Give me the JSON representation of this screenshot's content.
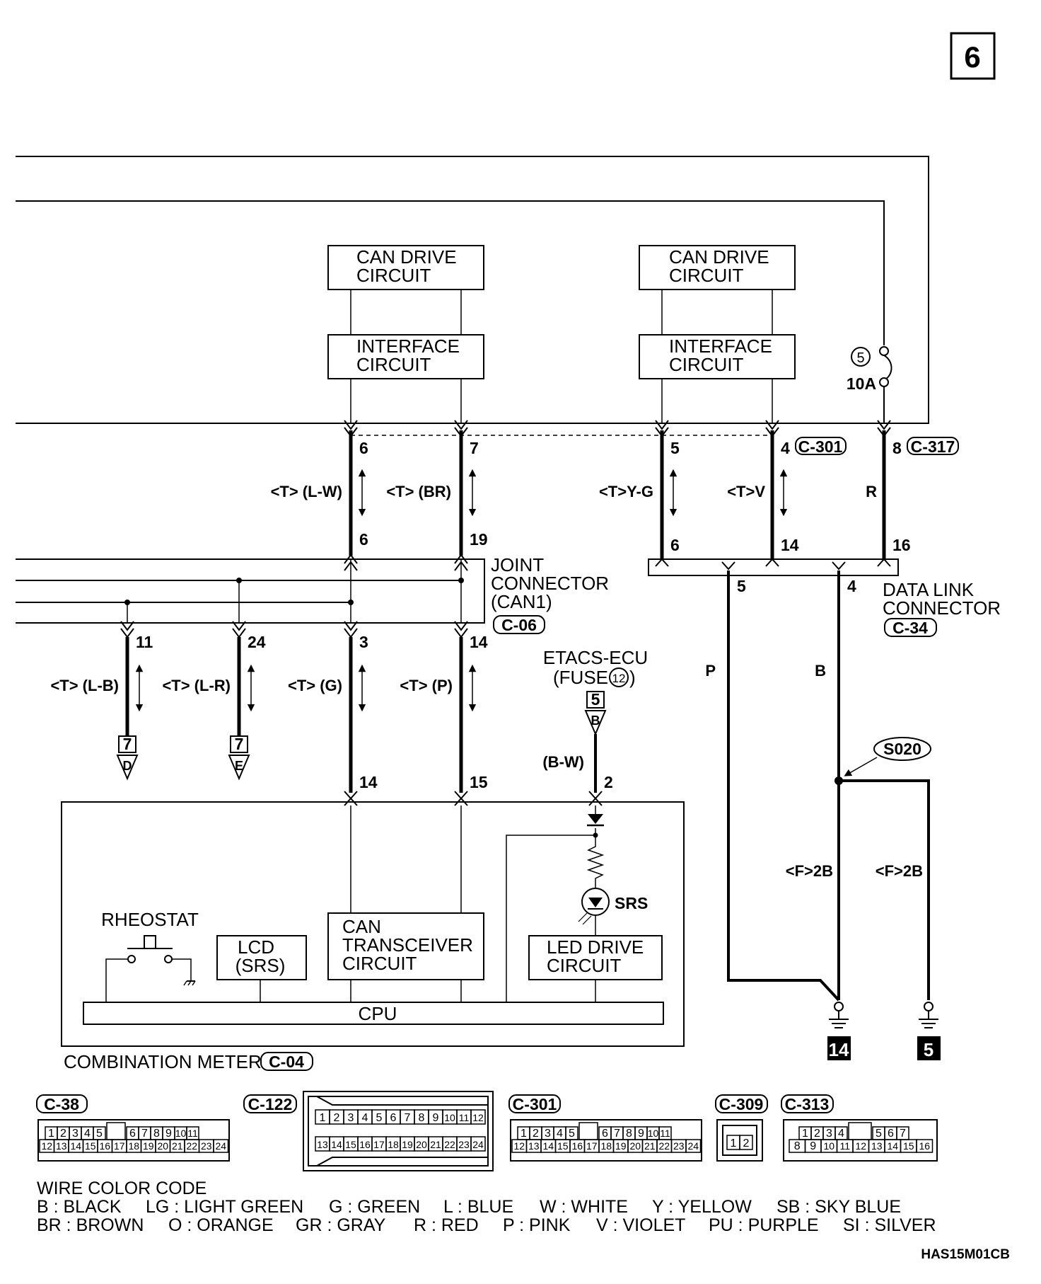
{
  "page_number": "6",
  "doc_code": "HAS15M01CB",
  "can_blocks": {
    "left": {
      "drive": [
        "CAN DRIVE",
        "CIRCUIT"
      ],
      "interface": [
        "INTERFACE",
        "CIRCUIT"
      ]
    },
    "right": {
      "drive": [
        "CAN DRIVE",
        "CIRCUIT"
      ],
      "interface": [
        "INTERFACE",
        "CIRCUIT"
      ]
    }
  },
  "fuse": {
    "number": "5",
    "rating": "10A"
  },
  "connectors": {
    "c301": "C-301",
    "c317": "C-317",
    "c06": "C-06",
    "c34": "C-34",
    "c04": "C-04",
    "c38": "C-38",
    "c122": "C-122",
    "c309": "C-309",
    "c313": "C-313"
  },
  "upper_pins": {
    "p6": "6",
    "p7": "7",
    "p5": "5",
    "p4": "4",
    "p8": "8"
  },
  "joint_pins": {
    "p6": "6",
    "p19": "19",
    "p11": "11",
    "p24": "24",
    "p3": "3",
    "p14": "14"
  },
  "dlc_pins": {
    "p6": "6",
    "p14": "14",
    "p16": "16",
    "p5": "5",
    "p4": "4"
  },
  "meter_pins": {
    "p14": "14",
    "p15": "15",
    "p2": "2"
  },
  "wires": {
    "lw": "<T> (L-W)",
    "br": "<T> (BR)",
    "yg": "<T>Y-G",
    "v": "<T>V",
    "r": "R",
    "lb": "<T> (L-B)",
    "lr": "<T> (L-R)",
    "g": "<T> (G)",
    "p": "<T> (P)",
    "bw": "(B-W)",
    "dlc_p": "P",
    "dlc_b": "B",
    "f2b_1": "<F>2B",
    "f2b_2": "<F>2B"
  },
  "joint_connector": [
    "JOINT",
    "CONNECTOR",
    "(CAN1)"
  ],
  "data_link_connector": [
    "DATA LINK",
    "CONNECTOR"
  ],
  "etacs": {
    "name": "ETACS-ECU",
    "fuse": "(FUSE",
    "fuse_no": "12",
    "fuse_close": ")",
    "conn": "5",
    "arrow": "B"
  },
  "offpage": {
    "d": {
      "box": "7",
      "arrow": "D"
    },
    "e": {
      "box": "7",
      "arrow": "E"
    }
  },
  "splice": "S020",
  "grounds": {
    "g14": "14",
    "g5": "5"
  },
  "meter": {
    "title": "COMBINATION METER",
    "rheostat": "RHEOSTAT",
    "lcd": [
      "LCD",
      "(SRS)"
    ],
    "can": [
      "CAN",
      "TRANSCEIVER",
      "CIRCUIT"
    ],
    "led": [
      "LED DRIVE",
      "CIRCUIT"
    ],
    "srs": "SRS",
    "cpu": "CPU"
  },
  "pinout_c38": {
    "top": [
      "1",
      "2",
      "3",
      "4",
      "5",
      "6",
      "7",
      "8",
      "9",
      "10",
      "11"
    ],
    "bottom": [
      "12",
      "13",
      "14",
      "15",
      "16",
      "17",
      "18",
      "19",
      "20",
      "21",
      "22",
      "23",
      "24"
    ]
  },
  "pinout_c122": {
    "top": [
      "1",
      "2",
      "3",
      "4",
      "5",
      "6",
      "7",
      "8",
      "9",
      "10",
      "11",
      "12"
    ],
    "bottom": [
      "13",
      "14",
      "15",
      "16",
      "17",
      "18",
      "19",
      "20",
      "21",
      "22",
      "23",
      "24"
    ]
  },
  "pinout_c301": {
    "top": [
      "1",
      "2",
      "3",
      "4",
      "5",
      "6",
      "7",
      "8",
      "9",
      "10",
      "11"
    ],
    "bottom": [
      "12",
      "13",
      "14",
      "15",
      "16",
      "17",
      "18",
      "19",
      "20",
      "21",
      "22",
      "23",
      "24"
    ]
  },
  "pinout_c309": [
    "1",
    "2"
  ],
  "pinout_c313": {
    "top": [
      "1",
      "2",
      "3",
      "4",
      "5",
      "6",
      "7"
    ],
    "bottom": [
      "8",
      "9",
      "10",
      "11",
      "12",
      "13",
      "14",
      "15",
      "16"
    ]
  },
  "wire_color_code": {
    "title": "WIRE COLOR CODE",
    "row1": [
      "B : BLACK",
      "LG : LIGHT GREEN",
      "G : GREEN",
      "L : BLUE",
      "W : WHITE",
      "Y : YELLOW",
      "SB : SKY BLUE"
    ],
    "row2": [
      "BR : BROWN",
      "O : ORANGE",
      "GR : GRAY",
      "R : RED",
      "P : PINK",
      "V : VIOLET",
      "PU : PURPLE",
      "SI : SILVER"
    ]
  }
}
